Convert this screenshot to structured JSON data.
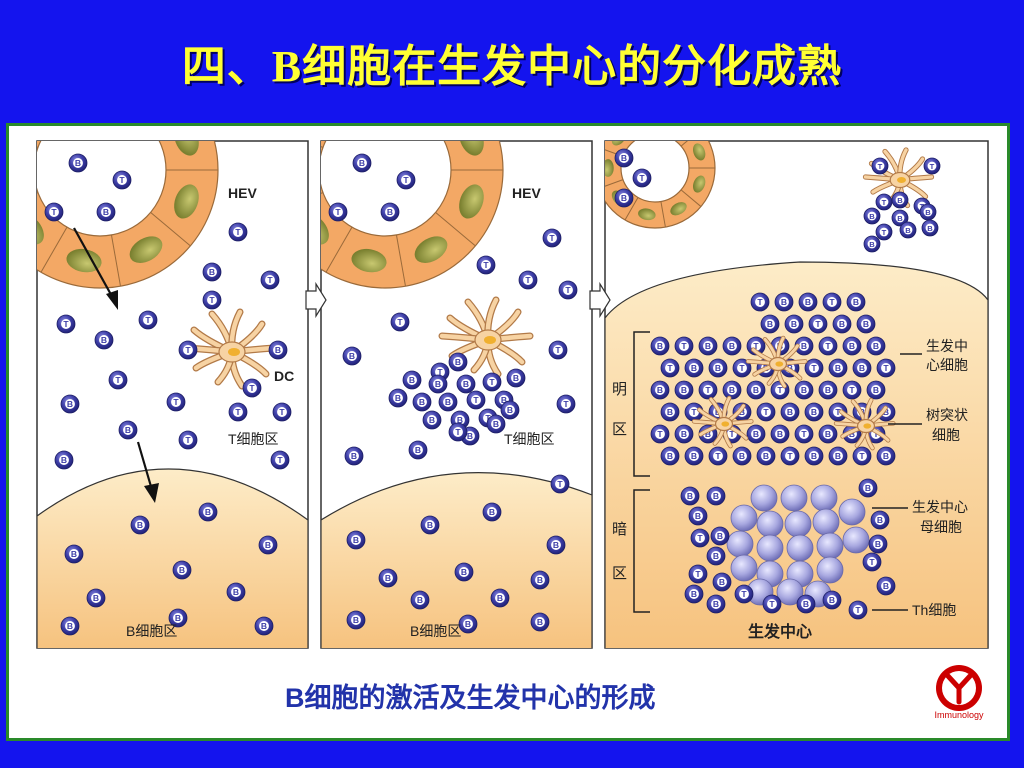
{
  "slide": {
    "title": "四、B细胞在生发中心的分化成熟",
    "caption": "B细胞的激活及生发中心的形成"
  },
  "panels": {
    "p1": {
      "hev": "HEV",
      "dc": "DC",
      "t_zone": "T细胞区",
      "b_zone": "B细胞区"
    },
    "p2": {
      "hev": "HEV",
      "t_zone": "T细胞区",
      "b_zone": "B细胞区"
    },
    "p3": {
      "light_zone_1": "明",
      "light_zone_2": "区",
      "dark_zone_1": "暗",
      "dark_zone_2": "区",
      "gc_label": "生发中心",
      "gc_cell_1": "生发中",
      "gc_cell_2": "心细胞",
      "fdc_1": "树突状",
      "fdc_2": "细胞",
      "centroblast_1": "生发中心",
      "centroblast_2": "母细胞",
      "th": "Th细胞"
    }
  },
  "cell_letters": {
    "b": "B",
    "t": "T"
  },
  "logo": {
    "text": "Immunology"
  },
  "colors": {
    "background": "#1414ee",
    "title": "#ffff33",
    "frame_border": "#2a8a2a",
    "b_zone": "#f9d7a0",
    "hev": "#f3a865",
    "cell": "#3e3fa8",
    "caption": "#2233aa",
    "logo": "#cc0000"
  }
}
